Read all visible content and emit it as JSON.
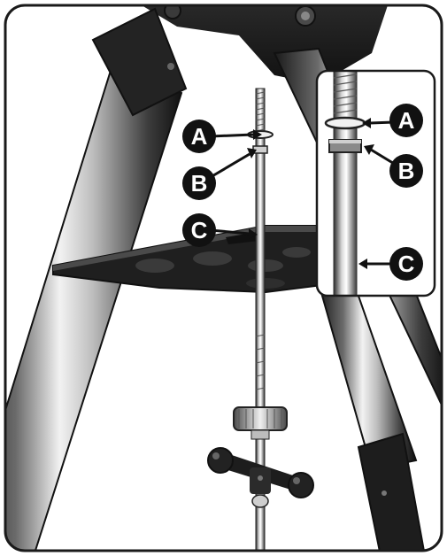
{
  "colors": {
    "frame": "#1a1a1a",
    "leg_dark": "#1e1e1e",
    "metal_light": "#e8e8e8",
    "metal_mid": "#9a9a9a",
    "metal_dark": "#3a3a3a",
    "tray": "#262626",
    "callout_fill": "#111111",
    "callout_text": "#ffffff"
  },
  "callouts": {
    "main_a": "A",
    "main_b": "B",
    "main_c": "C",
    "inset_a": "A",
    "inset_b": "B",
    "inset_c": "C"
  }
}
